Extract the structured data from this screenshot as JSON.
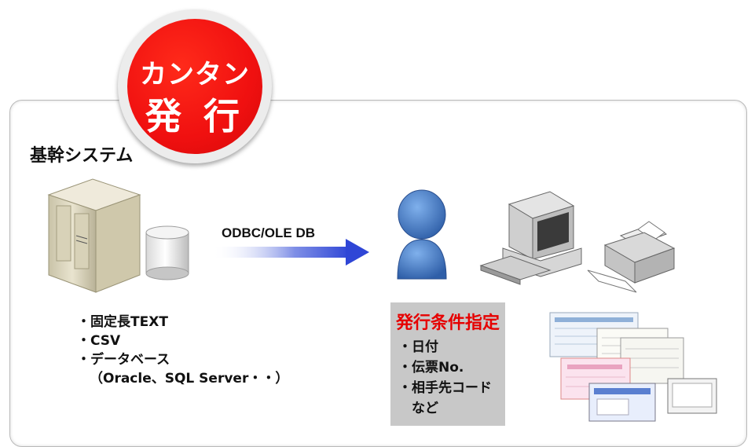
{
  "badge": {
    "line1": "カンタン",
    "line2": "発 行"
  },
  "system_title": "基幹システム",
  "connection_label": "ODBC/OLE DB",
  "sources": {
    "items": [
      "・固定長TEXT",
      "・CSV",
      "・データベース"
    ],
    "note": "（Oracle、SQL Server・・）"
  },
  "conditions": {
    "title": "発行条件指定",
    "items": [
      "・日付",
      "・伝票No.",
      "・相手先コード",
      "　など"
    ]
  },
  "colors": {
    "badge_red": "#f01010",
    "condition_title": "#e60000",
    "arrow": "#3a4fd0",
    "user": "#3b6fb6"
  }
}
